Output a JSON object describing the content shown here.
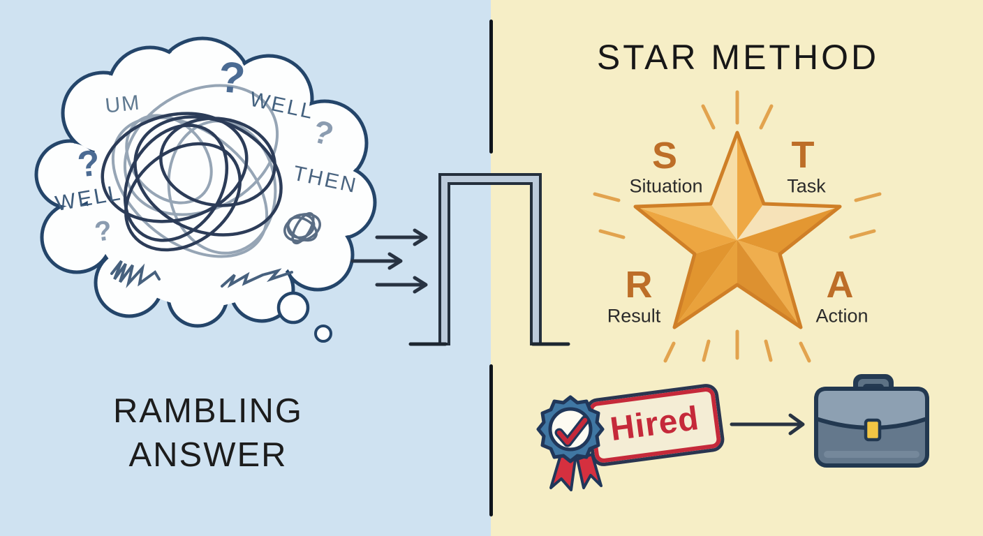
{
  "left": {
    "bg_color": "#cfe2f1",
    "caption_line1": "RAMBLING",
    "caption_line2": "ANSWER",
    "cloud_words": {
      "um": "UM",
      "q_top": "?",
      "well_top_right": "WELL",
      "q_right": "?",
      "then": "THEN",
      "q_left": "?",
      "well_left": "WELL",
      "q_bottom_left": "?"
    },
    "cloud": {
      "fill": "#fdfefe",
      "outline": "#24456a",
      "scribble_navy": "#2c3c58",
      "scribble_gray": "#96a5b5"
    }
  },
  "right": {
    "bg_color": "#f6eec6",
    "title": "STAR METHOD",
    "title_color": "#171717",
    "star": {
      "items": [
        {
          "letter": "S",
          "label": "Situation"
        },
        {
          "letter": "T",
          "label": "Task"
        },
        {
          "letter": "R",
          "label": "Result"
        },
        {
          "letter": "A",
          "label": "Action"
        }
      ],
      "letter_color": "#bd6e28",
      "label_color": "#2b2b2b",
      "outline_color": "#cf7f27",
      "ray_color": "#e2a34e"
    },
    "badge": {
      "label": "Hired",
      "text_color": "#c5293a",
      "fill": "#f4edd5",
      "border_red": "#c5293a",
      "border_navy": "#2a3550"
    },
    "rosette": {
      "blue": "#4077a3",
      "ribbon_red": "#d5303f",
      "check_red": "#c5293a",
      "outline": "#20375a"
    },
    "briefcase": {
      "body": "#64788c",
      "flap": "#8da0b2",
      "clasp": "#f2c544",
      "outline": "#223850"
    }
  },
  "divider_color": "#0f141b",
  "doorway": {
    "fill": "#bccbdb",
    "outline": "#242f3c"
  },
  "icons": {
    "thought_cloud": "thought-cloud-icon",
    "flow_arrows": "right-arrow-icon",
    "doorway": "doorway-frame-icon",
    "star": "star-icon",
    "award": "award-ribbon-icon",
    "check": "checkmark-icon",
    "briefcase": "briefcase-icon"
  }
}
